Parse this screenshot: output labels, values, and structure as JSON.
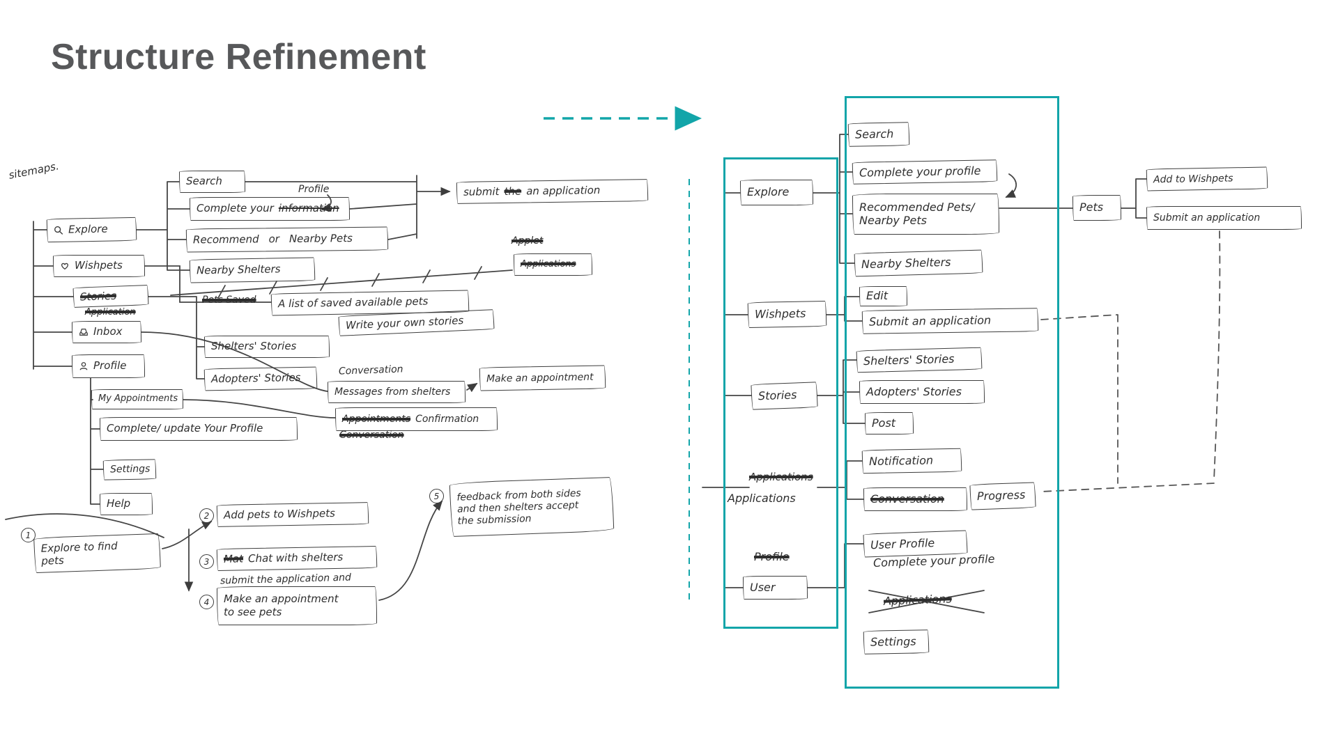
{
  "title": "Structure Refinement",
  "colors": {
    "teal": "#12a5a9",
    "ink": "#3d3d3d",
    "title_gray": "#57585a"
  },
  "left": {
    "label": "sitemaps.",
    "nav": {
      "explore": "Explore",
      "wishpets": "Wishpets",
      "stories": "Stories",
      "application": "Application",
      "inbox": "Inbox",
      "profile": "Profile"
    },
    "explore_pages": {
      "search": "Search",
      "profile_note": "Profile",
      "complete_prefix": "Complete your",
      "complete_struck": "information",
      "recommend": "Recommend",
      "or": "or",
      "nearby_pets": "Nearby Pets",
      "nearby_shelters": "Nearby Shelters",
      "submit_prefix": "submit",
      "submit_struck": "the",
      "submit_suffix": "an application",
      "applet_note": "Applet",
      "applications": "Applications"
    },
    "wishpets_pages": {
      "pets_saved": "Pets Saved",
      "saved_list": "A list of saved available pets"
    },
    "stories_pages": {
      "write_own": "Write your own stories",
      "shelters": "Shelters' Stories",
      "adopters": "Adopters' Stories"
    },
    "inbox_pages": {
      "conversation_note": "Conversation",
      "messages": "Messages from shelters",
      "make_appointment": "Make an appointment",
      "appointments_struck": "Appointments",
      "confirmation": "Confirmation",
      "conversation_struck": "Conversation"
    },
    "profile_pages": {
      "my_appointments": "My Appointments",
      "complete_update": "Complete/ update Your Profile",
      "settings": "Settings",
      "help": "Help"
    },
    "flow": {
      "n1": "1",
      "step1a": "Explore to find",
      "step1b": "pets",
      "n2": "2",
      "step2": "Add pets to Wishpets",
      "n3": "3",
      "step3_struck": "Mat",
      "step3": "Chat with shelters",
      "step4_pre": "submit the application and",
      "n4": "4",
      "step4a": "Make an appointment",
      "step4b": "to see pets",
      "n5": "5",
      "step5a": "feedback from both sides",
      "step5b": "and then shelters accept",
      "step5c": "the submission"
    }
  },
  "right": {
    "nav": {
      "explore": "Explore",
      "wishpets": "Wishpets",
      "stories": "Stories",
      "applications_struck": "Applications",
      "applications": "Applications",
      "profile_struck": "Profile",
      "user": "User"
    },
    "pages": {
      "search": "Search",
      "complete_profile": "Complete your profile",
      "recommended1": "Recommended Pets/",
      "recommended2": "Nearby Pets",
      "nearby_shelters": "Nearby Shelters",
      "edit": "Edit",
      "submit_application": "Submit an application",
      "shelters": "Shelters' Stories",
      "adopters": "Adopters' Stories",
      "post": "Post",
      "notification": "Notification",
      "conversation_struck": "Conversation",
      "progress": "Progress",
      "user_profile": "User Profile",
      "complete_profile2": "Complete your profile",
      "applications_struck": "Applications",
      "settings": "Settings"
    },
    "pets": {
      "label": "Pets",
      "add_to_wishpets": "Add to Wishpets",
      "submit_application": "Submit an application"
    }
  }
}
